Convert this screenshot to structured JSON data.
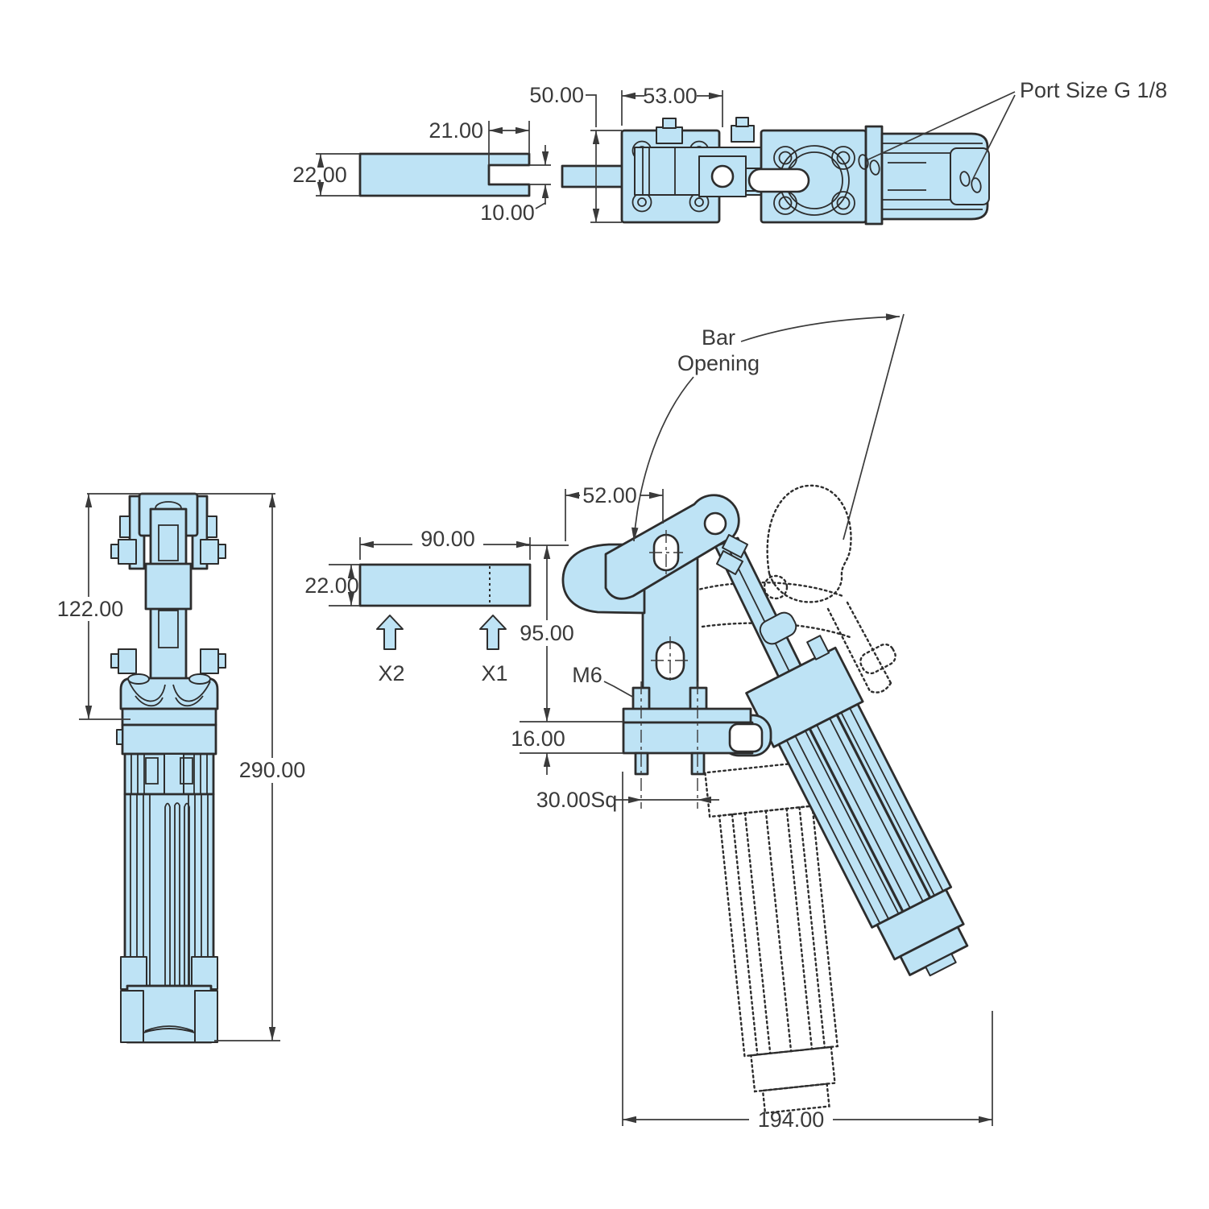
{
  "title": "Pneumatic toggle clamp dimension drawing",
  "colors": {
    "part": "#bee3f5",
    "ink": "#2d2d2d",
    "dim": "#3a3a3a",
    "bg": "#ffffff"
  },
  "bar_side_view": {
    "slot_depth": "21.00",
    "height": "22.00",
    "slot_width": "10.00"
  },
  "top_view": {
    "depth": "50.00",
    "plate_width": "53.00",
    "port_label": "Port Size G 1/8"
  },
  "front_view": {
    "upper_height": "122.00",
    "total_height": "290.00"
  },
  "bar_detail": {
    "length": "90.00",
    "height": "22.00",
    "position_x2": "X2",
    "position_x1": "X1"
  },
  "side_view": {
    "pad_offset": "52.00",
    "body_height": "95.00",
    "thread_label": "M6",
    "base_height": "16.00",
    "base_square": "30.00Sq",
    "overall_width": "194.00",
    "bar_opening_line1": "Bar",
    "bar_opening_line2": "Opening"
  }
}
